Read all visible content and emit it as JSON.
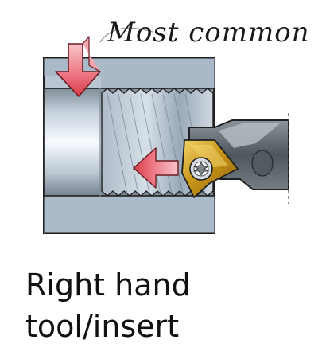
{
  "annotation": "Most common",
  "caption": {
    "line1": "Right hand",
    "line2": "tool/insert"
  },
  "colors": {
    "workpiece_fill": "#b9c5d1",
    "thread_fill": "#a9b7c6",
    "outline": "#202020",
    "arrow_red": "#d7303f",
    "arrow_pink": "#f3a0a8",
    "insert_gold": "#d4a72b",
    "tool_gray": "#5f676e"
  },
  "icons": {
    "arrow_down": "down-arrow-icon",
    "arrow_left": "left-arrow-icon",
    "screw": "torx-screw-icon"
  }
}
